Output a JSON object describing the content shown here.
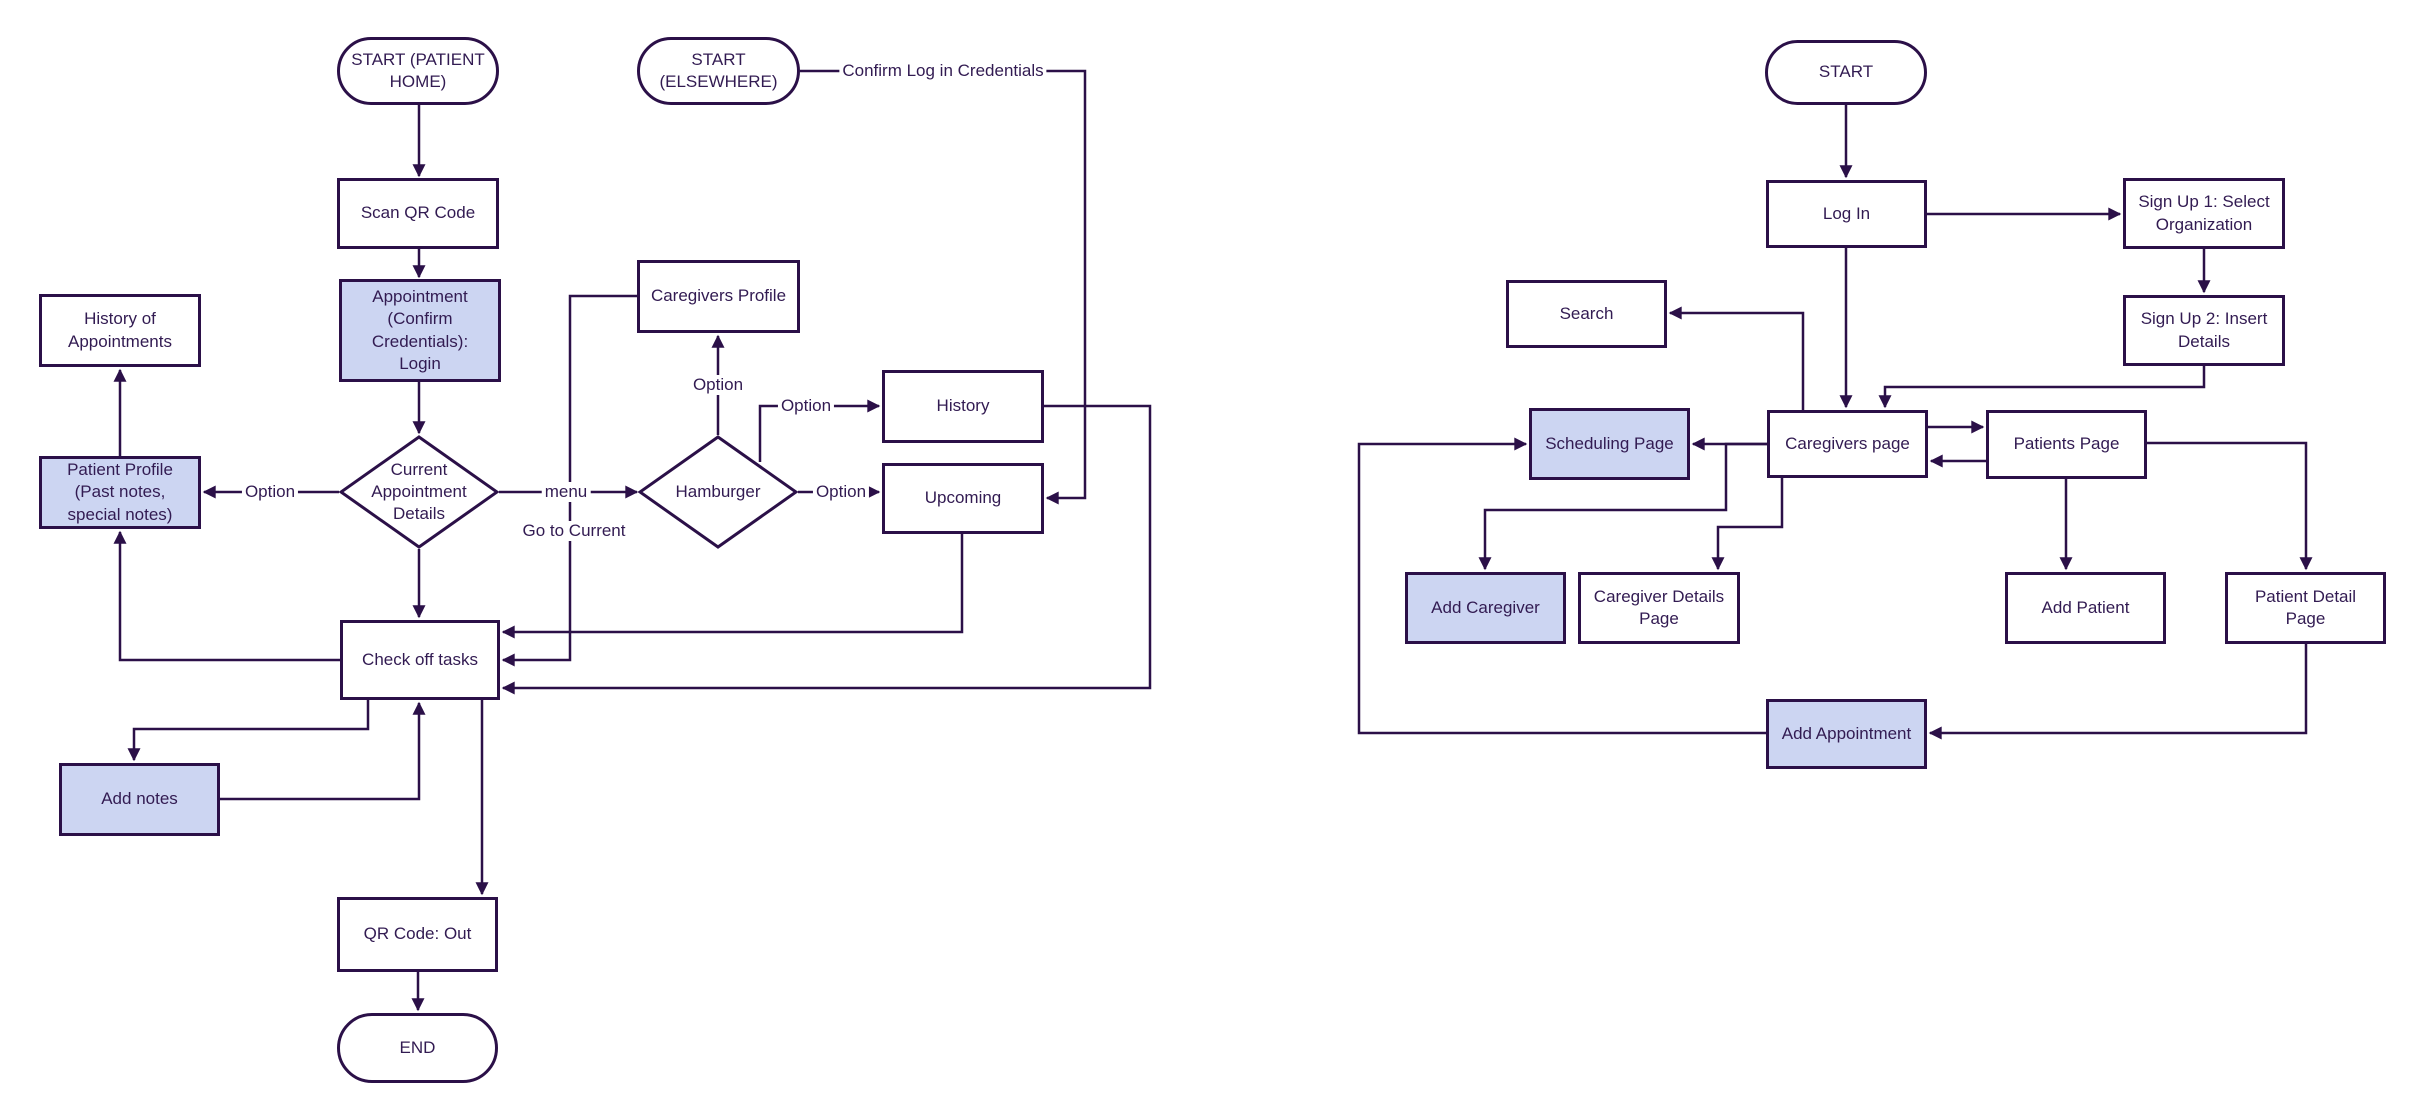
{
  "colors": {
    "background": "#ffffff",
    "node_fill": "#ffffff",
    "node_fill_highlight": "#ccd5f2",
    "stroke": "#2b1048",
    "text": "#321b52"
  },
  "left_chart": {
    "nodes": {
      "start_patient_home": {
        "label": "START (PATIENT HOME)",
        "type": "terminator",
        "highlighted": false
      },
      "scan_qr_code": {
        "label": "Scan QR Code",
        "type": "process",
        "highlighted": false
      },
      "appointment_login": {
        "label": "Appointment (Confirm Credentials): Login",
        "type": "process",
        "highlighted": true
      },
      "history_of_appointments": {
        "label": "History of Appointments",
        "type": "process",
        "highlighted": false
      },
      "patient_profile": {
        "label": "Patient Profile (Past notes, special notes)",
        "type": "process",
        "highlighted": true
      },
      "current_appointment_details": {
        "label": "Current Appointment Details",
        "type": "decision",
        "highlighted": false
      },
      "caregivers_profile": {
        "label": "Caregivers Profile",
        "type": "process",
        "highlighted": false
      },
      "hamburger": {
        "label": "Hamburger",
        "type": "decision",
        "highlighted": false
      },
      "history": {
        "label": "History",
        "type": "process",
        "highlighted": false
      },
      "upcoming": {
        "label": "Upcoming",
        "type": "process",
        "highlighted": false
      },
      "check_off_tasks": {
        "label": "Check off tasks",
        "type": "process",
        "highlighted": false
      },
      "add_notes": {
        "label": "Add notes",
        "type": "process",
        "highlighted": true
      },
      "qr_code_out": {
        "label": "QR Code: Out",
        "type": "process",
        "highlighted": false
      },
      "end": {
        "label": "END",
        "type": "terminator",
        "highlighted": false
      },
      "start_elsewhere": {
        "label": "START (ELSEWHERE)",
        "type": "terminator",
        "highlighted": false
      }
    },
    "edge_labels": {
      "option_patient_profile": "Option",
      "option_caregivers_profile": "Option",
      "option_history": "Option",
      "option_upcoming": "Option",
      "menu": "menu",
      "go_to_current": "Go to Current",
      "confirm_credentials": "Confirm Log in Credentials"
    },
    "edges": [
      {
        "from": "start_patient_home",
        "to": "scan_qr_code",
        "label": ""
      },
      {
        "from": "scan_qr_code",
        "to": "appointment_login",
        "label": ""
      },
      {
        "from": "appointment_login",
        "to": "current_appointment_details",
        "label": ""
      },
      {
        "from": "current_appointment_details",
        "to": "patient_profile",
        "label": "Option"
      },
      {
        "from": "patient_profile",
        "to": "history_of_appointments",
        "label": ""
      },
      {
        "from": "current_appointment_details",
        "to": "hamburger",
        "label": "menu"
      },
      {
        "from": "hamburger",
        "to": "caregivers_profile",
        "label": "Option"
      },
      {
        "from": "hamburger",
        "to": "history",
        "label": "Option"
      },
      {
        "from": "hamburger",
        "to": "upcoming",
        "label": "Option"
      },
      {
        "from": "current_appointment_details",
        "to": "check_off_tasks",
        "label": ""
      },
      {
        "from": "start_elsewhere",
        "to": "upcoming",
        "label": "Confirm Log in Credentials"
      },
      {
        "from": "history",
        "to": "check_off_tasks",
        "label": ""
      },
      {
        "from": "upcoming",
        "to": "check_off_tasks",
        "label": ""
      },
      {
        "from": "caregivers_profile",
        "to": "check_off_tasks",
        "label": "Go to Current"
      },
      {
        "from": "check_off_tasks",
        "to": "patient_profile",
        "label": ""
      },
      {
        "from": "check_off_tasks",
        "to": "add_notes",
        "label": ""
      },
      {
        "from": "add_notes",
        "to": "check_off_tasks",
        "label": ""
      },
      {
        "from": "check_off_tasks",
        "to": "qr_code_out",
        "label": ""
      },
      {
        "from": "qr_code_out",
        "to": "end",
        "label": ""
      }
    ]
  },
  "right_chart": {
    "nodes": {
      "start": {
        "label": "START",
        "type": "terminator",
        "highlighted": false
      },
      "log_in": {
        "label": "Log In",
        "type": "process",
        "highlighted": false
      },
      "sign_up_1": {
        "label": "Sign Up 1: Select Organization",
        "type": "process",
        "highlighted": false
      },
      "sign_up_2": {
        "label": "Sign Up 2: Insert Details",
        "type": "process",
        "highlighted": false
      },
      "search": {
        "label": "Search",
        "type": "process",
        "highlighted": false
      },
      "scheduling_page": {
        "label": "Scheduling Page",
        "type": "process",
        "highlighted": true
      },
      "caregivers_page": {
        "label": "Caregivers page",
        "type": "process",
        "highlighted": false
      },
      "patients_page": {
        "label": "Patients Page",
        "type": "process",
        "highlighted": false
      },
      "add_caregiver": {
        "label": "Add Caregiver",
        "type": "process",
        "highlighted": true
      },
      "caregiver_details_page": {
        "label": "Caregiver Details Page",
        "type": "process",
        "highlighted": false
      },
      "add_patient": {
        "label": "Add Patient",
        "type": "process",
        "highlighted": false
      },
      "patient_detail_page": {
        "label": "Patient Detail Page",
        "type": "process",
        "highlighted": false
      },
      "add_appointment": {
        "label": "Add Appointment",
        "type": "process",
        "highlighted": true
      }
    },
    "edges": [
      {
        "from": "start",
        "to": "log_in",
        "label": ""
      },
      {
        "from": "log_in",
        "to": "sign_up_1",
        "label": ""
      },
      {
        "from": "sign_up_1",
        "to": "sign_up_2",
        "label": ""
      },
      {
        "from": "sign_up_2",
        "to": "caregivers_page",
        "label": ""
      },
      {
        "from": "log_in",
        "to": "caregivers_page",
        "label": ""
      },
      {
        "from": "caregivers_page",
        "to": "search",
        "label": ""
      },
      {
        "from": "caregivers_page",
        "to": "scheduling_page",
        "label": ""
      },
      {
        "from": "caregivers_page",
        "to": "patients_page",
        "label": ""
      },
      {
        "from": "patients_page",
        "to": "caregivers_page",
        "label": ""
      },
      {
        "from": "caregivers_page",
        "to": "add_caregiver",
        "label": ""
      },
      {
        "from": "caregivers_page",
        "to": "caregiver_details_page",
        "label": ""
      },
      {
        "from": "patients_page",
        "to": "add_patient",
        "label": ""
      },
      {
        "from": "patients_page",
        "to": "patient_detail_page",
        "label": ""
      },
      {
        "from": "patient_detail_page",
        "to": "add_appointment",
        "label": ""
      },
      {
        "from": "add_appointment",
        "to": "scheduling_page",
        "label": ""
      }
    ]
  }
}
